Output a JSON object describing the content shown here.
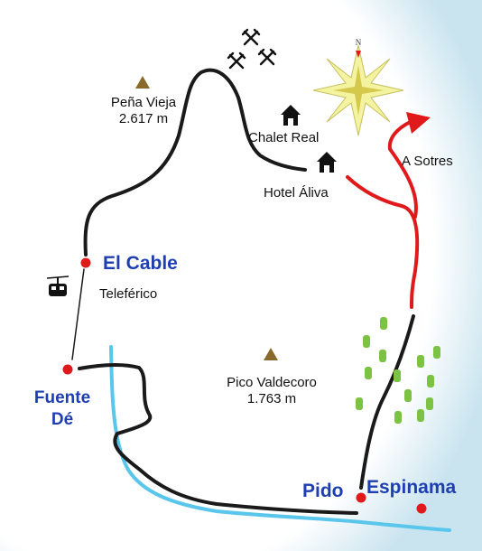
{
  "colors": {
    "trail": "#1a1a1a",
    "route": "#e0191b",
    "river": "#5bc6ec",
    "town_dot": "#e0191b",
    "place_blue": "#1f3fb0",
    "peak": "#8a6a2a",
    "tree": "#7cc243",
    "compass_star": "#f3f3a0"
  },
  "icons": {
    "peak": "triangle-peak-icon",
    "building": "house-icon",
    "mine": "crossed-pickaxes-icon",
    "cable_car": "cable-car-icon",
    "compass": "compass-rose-icon",
    "tree": "tree-icon"
  },
  "compass": {
    "north_letter": "N"
  },
  "labels": {
    "pena_vieja_name": "Peña Vieja",
    "pena_vieja_alt": "2.617 m",
    "chalet_real": "Chalet Real",
    "hotel_aliva": "Hotel Áliva",
    "a_sotres": "A Sotres",
    "el_cable": "El Cable",
    "teleferico": "Teleférico",
    "fuente_de_line1": "Fuente",
    "fuente_de_line2": "Dé",
    "pico_valdecoro_name": "Pico Valdecoro",
    "pico_valdecoro_alt": "1.763 m",
    "pido": "Pido",
    "espinama": "Espinama"
  }
}
